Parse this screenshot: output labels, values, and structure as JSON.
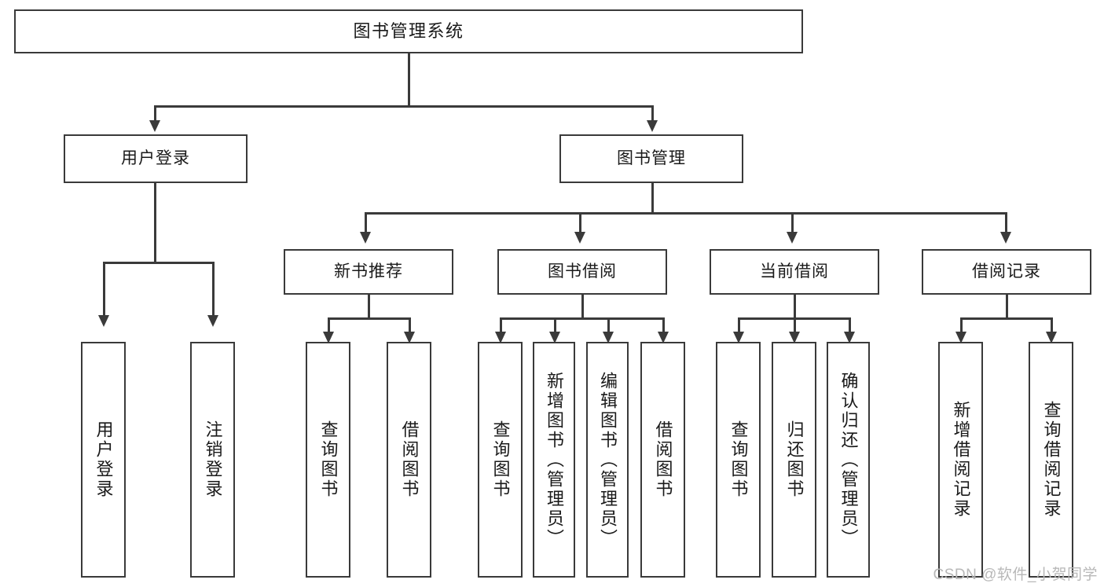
{
  "diagram": {
    "title": "图书管理系统",
    "type": "hierarchy-tree",
    "watermark": "CSDN @软件_小贺同学",
    "colors": {
      "stroke": "#3a3a3a",
      "fill": "#ffffff",
      "text": "#1a1a1a",
      "watermark": "#b8b8b8"
    },
    "nodes": {
      "root": {
        "label": "图书管理系统",
        "level": 1
      },
      "l2": [
        {
          "id": "user-login",
          "label": "用户登录",
          "level": 2
        },
        {
          "id": "book-manage",
          "label": "图书管理",
          "level": 2
        }
      ],
      "l3": [
        {
          "id": "new-book-rec",
          "label": "新书推荐",
          "level": 3,
          "parent": "book-manage"
        },
        {
          "id": "book-borrow",
          "label": "图书借阅",
          "level": 3,
          "parent": "book-manage"
        },
        {
          "id": "current-borrow",
          "label": "当前借阅",
          "level": 3,
          "parent": "book-manage"
        },
        {
          "id": "borrow-record",
          "label": "借阅记录",
          "level": 3,
          "parent": "book-manage"
        }
      ],
      "leaves": [
        {
          "id": "leaf-user-login",
          "label": "用户登录",
          "parent": "user-login"
        },
        {
          "id": "leaf-logout",
          "label": "注销登录",
          "parent": "user-login"
        },
        {
          "id": "leaf-query-book-1",
          "label": "查询图书",
          "parent": "new-book-rec"
        },
        {
          "id": "leaf-borrow-book-1",
          "label": "借阅图书",
          "parent": "new-book-rec"
        },
        {
          "id": "leaf-query-book-2",
          "label": "查询图书",
          "parent": "book-borrow"
        },
        {
          "id": "leaf-add-book",
          "label": "新增图书（管理员）",
          "parent": "book-borrow"
        },
        {
          "id": "leaf-edit-book",
          "label": "编辑图书（管理员）",
          "parent": "book-borrow"
        },
        {
          "id": "leaf-borrow-book-2",
          "label": "借阅图书",
          "parent": "book-borrow"
        },
        {
          "id": "leaf-query-book-3",
          "label": "查询图书",
          "parent": "current-borrow"
        },
        {
          "id": "leaf-return-book",
          "label": "归还图书",
          "parent": "current-borrow"
        },
        {
          "id": "leaf-confirm-return",
          "label": "确认归还（管理员）",
          "parent": "current-borrow"
        },
        {
          "id": "leaf-add-record",
          "label": "新增借阅记录",
          "parent": "borrow-record"
        },
        {
          "id": "leaf-query-record",
          "label": "查询借阅记录",
          "parent": "borrow-record"
        }
      ]
    }
  }
}
